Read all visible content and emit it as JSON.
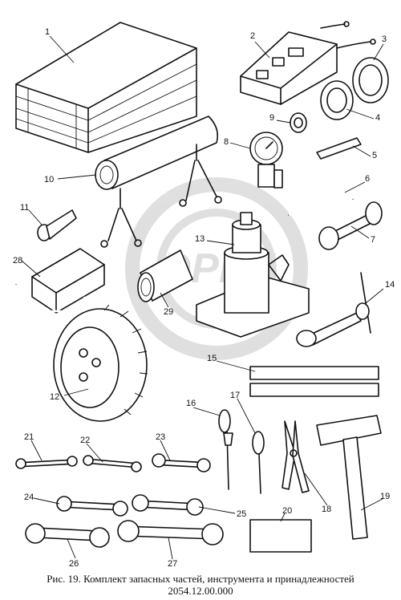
{
  "caption": {
    "line1": "Рис. 19. Комплект запасных частей, инструмента и принадлежностей",
    "line2": "2054.12.00.000"
  },
  "watermark": "OPEX",
  "callouts": {
    "n1": "1",
    "n2": "2",
    "n3": "3",
    "n4": "4",
    "n5": "5",
    "n6": "6",
    "n7": "7",
    "n8": "8",
    "n9": "9",
    "n10": "10",
    "n11": "11",
    "n12": "12",
    "n13": "13",
    "n14": "14",
    "n15": "15",
    "n16": "16",
    "n17": "17",
    "n18": "18",
    "n19": "19",
    "n20": "20",
    "n21": "21",
    "n22": "22",
    "n23": "23",
    "n24": "24",
    "n25": "25",
    "n26": "26",
    "n27": "27",
    "n28": "28",
    "n29": "29"
  }
}
